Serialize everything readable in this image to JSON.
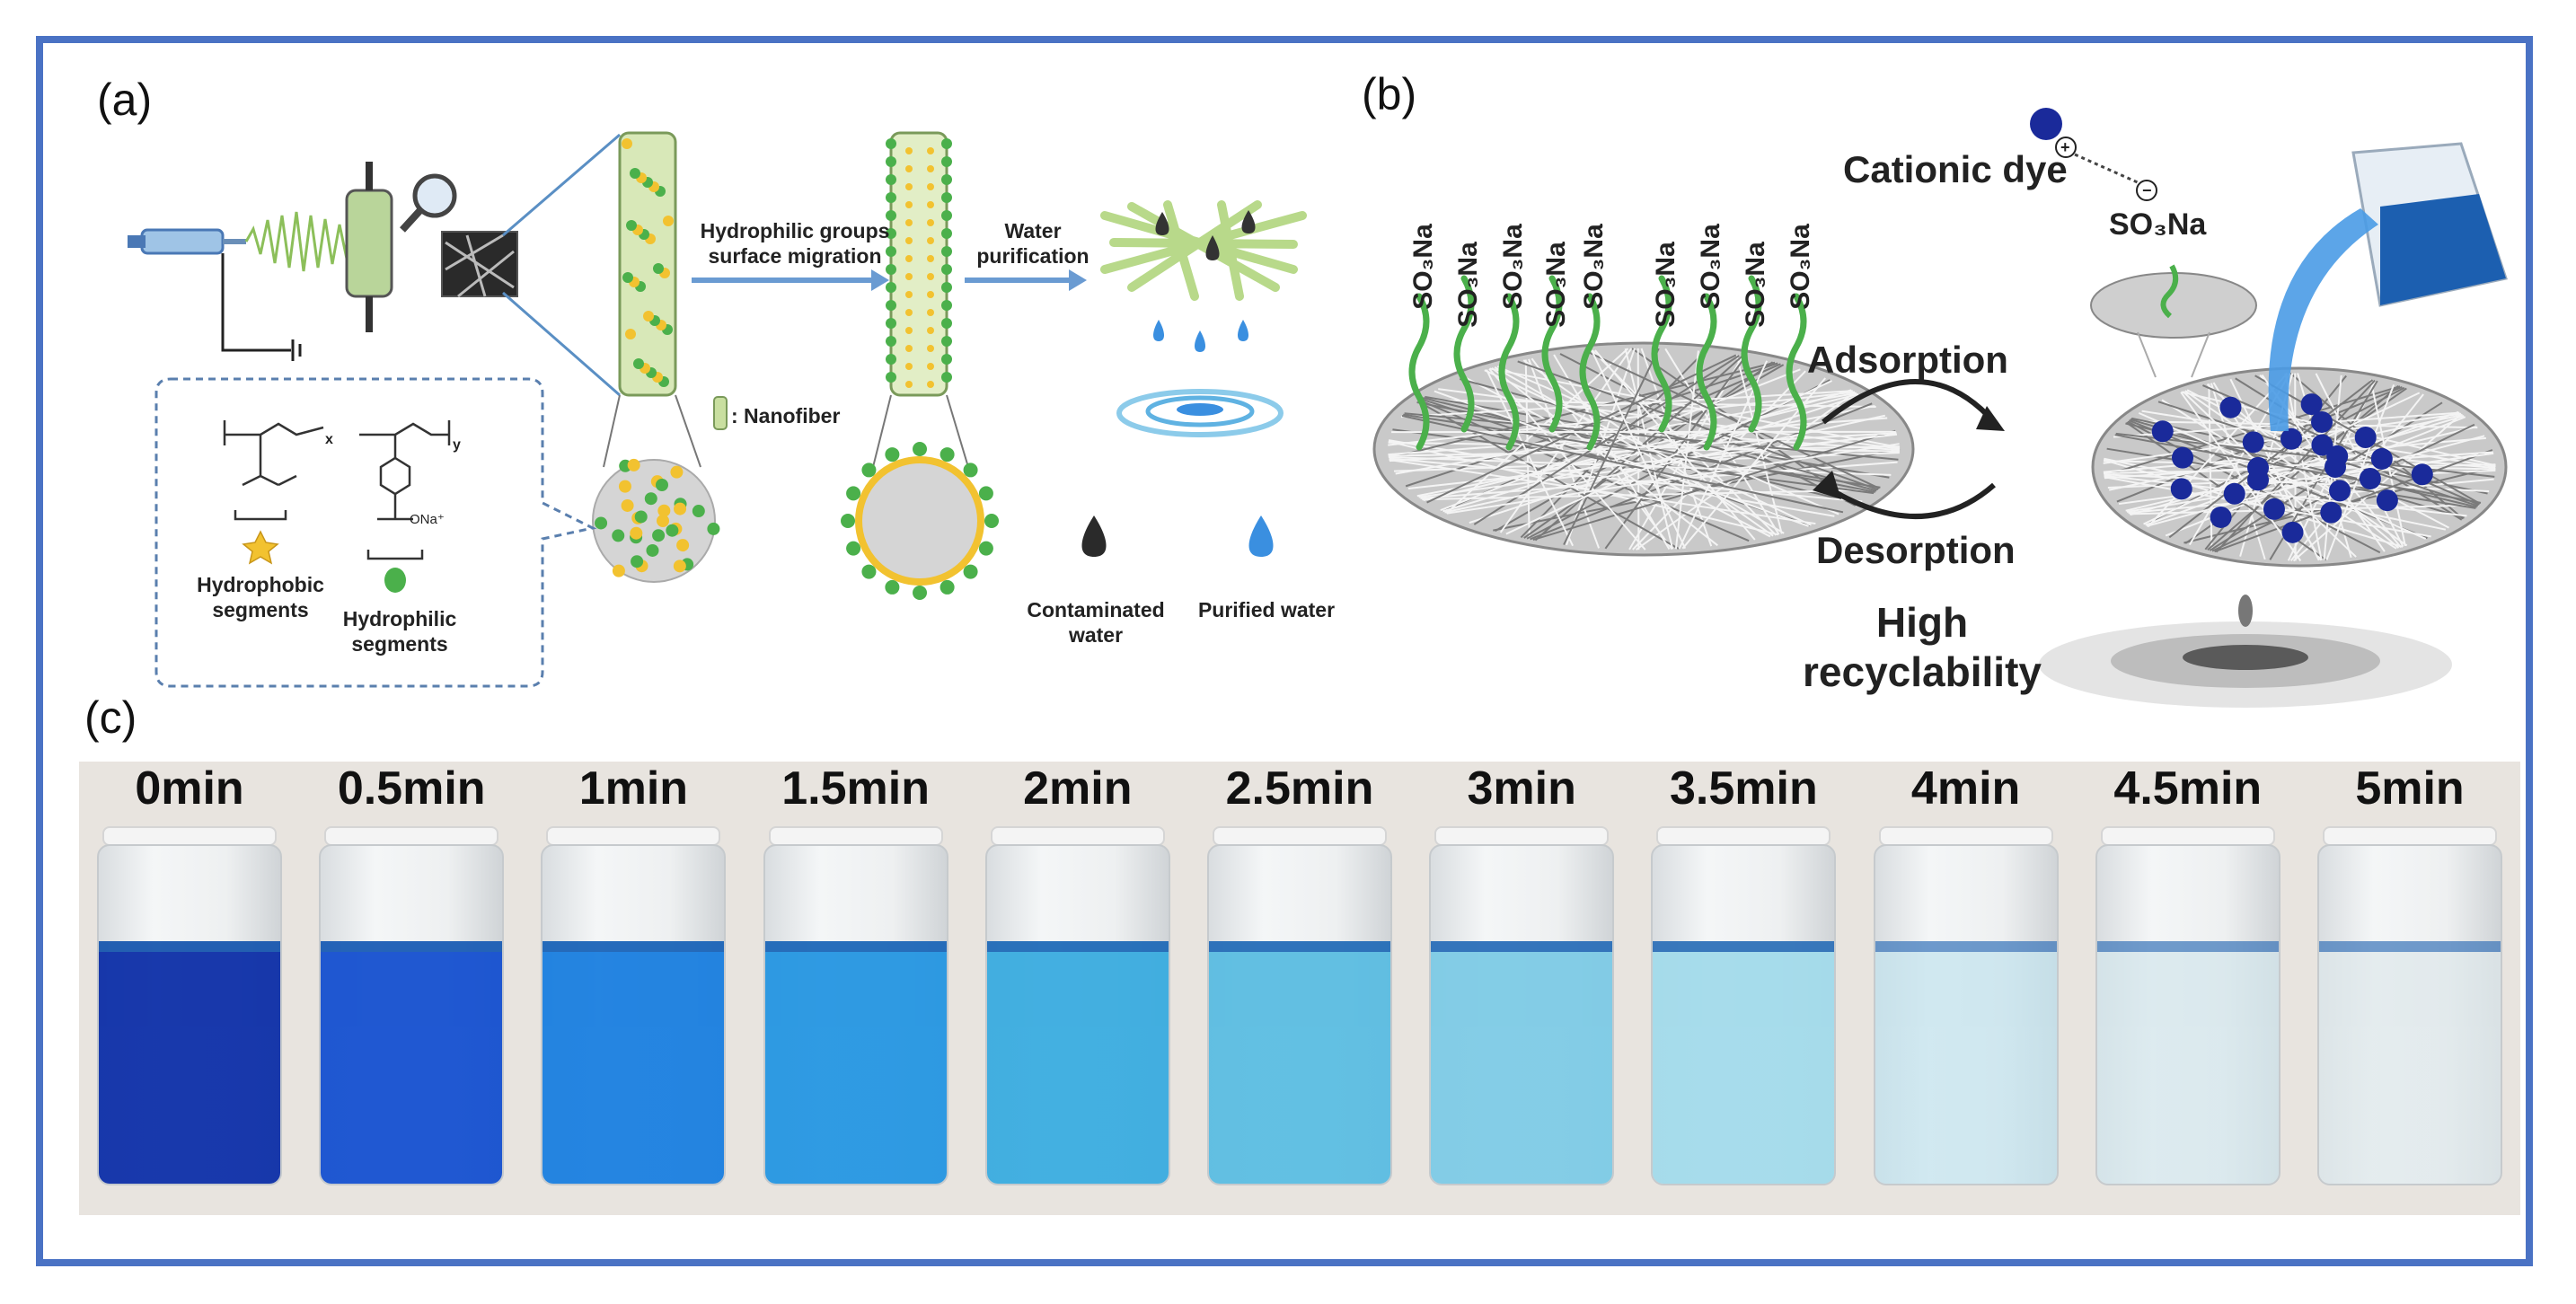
{
  "panels": {
    "a": {
      "label": "(a)",
      "migration_label_line1": "Hydrophilic groups",
      "migration_label_line2": "surface migration",
      "purification_label_line1": "Water",
      "purification_label_line2": "purification",
      "nanofiber_legend": ": Nanofiber",
      "hydrophobic_label_line1": "Hydrophobic",
      "hydrophobic_label_line2": "segments",
      "hydrophilic_label_line1": "Hydrophilic",
      "hydrophilic_label_line2": "segments",
      "contaminated_label_line1": "Contaminated",
      "contaminated_label_line2": "water",
      "purified_label": "Purified water",
      "formula_sub_x": "x",
      "formula_sub_y": "y",
      "formula_na": "ONa⁺"
    },
    "b": {
      "label": "(b)",
      "cationic_dye": "Cationic dye",
      "so3na": "SO₃Na",
      "adsorption": "Adsorption",
      "desorption": "Desorption",
      "high_line1": "High",
      "high_line2": "recyclability"
    },
    "c": {
      "label": "(c)",
      "vials": [
        {
          "time": "0min",
          "color": "#0d2fa8"
        },
        {
          "time": "0.5min",
          "color": "#1550d0"
        },
        {
          "time": "1min",
          "color": "#1a7fe0"
        },
        {
          "time": "1.5min",
          "color": "#2596e2"
        },
        {
          "time": "2min",
          "color": "#3aace0"
        },
        {
          "time": "2.5min",
          "color": "#5bbde2"
        },
        {
          "time": "3min",
          "color": "#7ecbe6"
        },
        {
          "time": "3.5min",
          "color": "#a3dbeb"
        },
        {
          "time": "4min",
          "color": "#c2e3ee"
        },
        {
          "time": "4.5min",
          "color": "#d3e6ec"
        },
        {
          "time": "5min",
          "color": "#dee8eb"
        }
      ]
    }
  },
  "colors": {
    "frame": "#4a72c4",
    "arrow": "#6a9bd2",
    "fiber": "#c9dfa0",
    "hydrophilic_dot": "#4bb04b",
    "hydrophobic_dot": "#f2c230",
    "dye": "#1a2a9a"
  }
}
